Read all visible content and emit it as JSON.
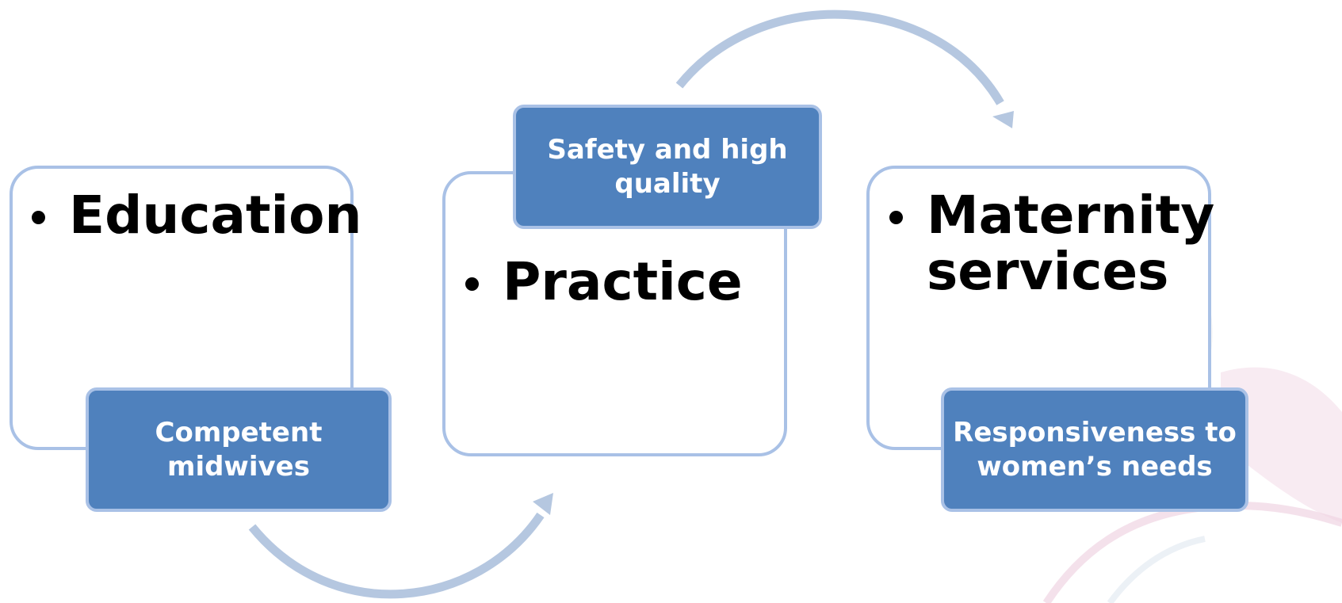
{
  "steps": [
    {
      "title": "Education",
      "note": "Competent midwives"
    },
    {
      "title": "Practice",
      "note": "Safety and high quality"
    },
    {
      "title": "Maternity services",
      "note": "Responsiveness  to women’s needs"
    }
  ],
  "colors": {
    "card_border": "#a9c1e6",
    "tag_fill": "#4f81bd",
    "arrow": "#b5c7e0",
    "watermark_pink": "#f3dbe8"
  }
}
